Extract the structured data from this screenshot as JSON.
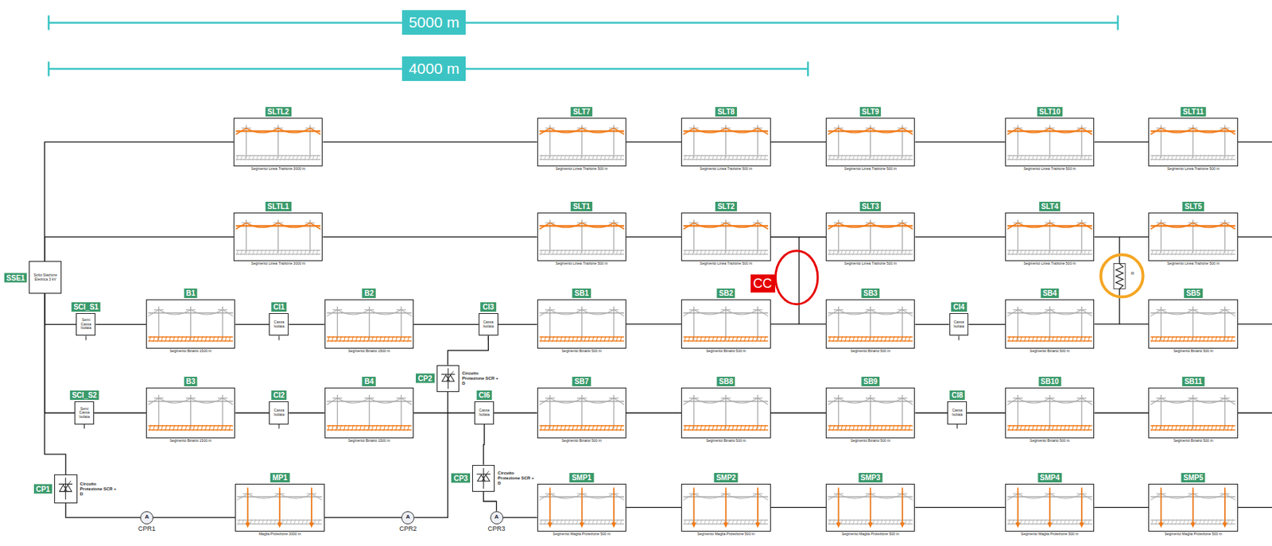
{
  "diagram": {
    "nodes": [
      {
        "text": [
          "SLTL2",
          "Segmento Linea Trazione 3000 m"
        ]
      },
      {
        "text": [
          "SLT7",
          "Segmento Linea Trazione 500 m"
        ]
      },
      {
        "text": [
          "SLT8",
          "Segmento Linea Trazione 500 m"
        ]
      },
      {
        "text": [
          "SLT9",
          "Segmento Linea Trazione 500 m"
        ]
      },
      {
        "text": [
          "SLT10",
          "Segmento Linea Trazione 500 m"
        ]
      },
      {
        "text": [
          "SLT11",
          "Segmento Linea Trazione 500 m"
        ]
      },
      {
        "text": [
          "SLTL1",
          "Segmento Linea Trazione 3000 m"
        ]
      },
      {
        "text": [
          "SLT1",
          "Segmento Linea Trazione 500 m"
        ]
      },
      {
        "text": [
          "SLT2",
          "Segmento Linea Trazione 500 m"
        ]
      },
      {
        "text": [
          "SLT3",
          "Segmento Linea Trazione 500 m"
        ]
      },
      {
        "text": [
          "SLT4",
          "Segmento Linea Trazione 500 m"
        ]
      },
      {
        "text": [
          "SLT5",
          "Segmento Linea Trazione 500 m"
        ]
      },
      {
        "text": [
          "SSE1",
          "Sotto Stazione Elettrica 3 kV"
        ]
      },
      {
        "text": [
          "SCI_S1",
          "Semi Cassa Isolata"
        ]
      },
      {
        "text": [
          "B1",
          "Segmento Binario 1500 m"
        ]
      },
      {
        "text": [
          "CI1",
          "Cassa Isolata"
        ]
      },
      {
        "text": [
          "B2",
          "Segmento Binario 1500 m"
        ]
      },
      {
        "text": [
          "CI3",
          "Cassa Isolata"
        ]
      },
      {
        "text": [
          "SB1",
          "Segmento Binario 500 m"
        ]
      },
      {
        "text": [
          "SB2",
          "Segmento Binario 500 m"
        ]
      },
      {
        "text": [
          "SB3",
          "Segmento Binario 500 m"
        ]
      },
      {
        "text": [
          "CI4",
          "Cassa Isolata"
        ]
      },
      {
        "text": [
          "SB4",
          "Segmento Binario 500 m"
        ]
      },
      {
        "text": [
          "SB5",
          "Segmento Binario 500 m"
        ]
      },
      {
        "text": [
          "CP2",
          "Circuito Protezione SCR + D"
        ]
      },
      {
        "text": [
          "SCI_S2",
          "Semi Cassa Isolata"
        ]
      },
      {
        "text": [
          "B3",
          "Segmento Binario 1500 m"
        ]
      },
      {
        "text": [
          "CI2",
          "Cassa Isolata"
        ]
      },
      {
        "text": [
          "B4",
          "Segmento Binario 1500 m"
        ]
      },
      {
        "text": [
          "CI6",
          "Cassa Isolata"
        ]
      },
      {
        "text": [
          "SB7",
          "Segmento Binario 500 m"
        ]
      },
      {
        "text": [
          "SB8",
          "Segmento Binario 500 m"
        ]
      },
      {
        "text": [
          "SB9",
          "Segmento Binario 500 m"
        ]
      },
      {
        "text": [
          "CI8",
          "Cassa Isolata"
        ]
      },
      {
        "text": [
          "SB10",
          "Segmento Binario 500 m"
        ]
      },
      {
        "text": [
          "SB11",
          "Segmento Binario 500 m"
        ]
      },
      {
        "text": [
          "CP1",
          "Circuito Protezione SCR + D"
        ]
      },
      {
        "text": [
          "CP3",
          "Circuito Protezione SCR + D"
        ]
      },
      {
        "text": [
          "MP1",
          "Maglia Protezione 3000 m"
        ]
      },
      {
        "text": [
          "SMP1",
          "Segmento Maglia Protezione 500 m"
        ]
      },
      {
        "text": [
          "SMP2",
          "Segmento Maglia Protezione 500 m"
        ]
      },
      {
        "text": [
          "SMP3",
          "Segmento Maglia Protezione 500 m"
        ]
      },
      {
        "text": [
          "SMP4",
          "Segmento Maglia Protezione 500 m"
        ]
      },
      {
        "text": [
          "SMP5",
          "Segmento Maglia Protezione 500 m"
        ]
      },
      {
        "text": [
          "A",
          "CPR1"
        ]
      },
      {
        "text": [
          "A",
          "CPR2"
        ]
      },
      {
        "text": [
          "A",
          "CPR3"
        ]
      }
    ],
    "edges": [
      {
        "from": 0,
        "to": 1,
        "arrow": "none"
      },
      {
        "from": 1,
        "to": 2,
        "arrow": "none"
      },
      {
        "from": 2,
        "to": 3,
        "arrow": "none"
      },
      {
        "from": 3,
        "to": 4,
        "arrow": "none"
      },
      {
        "from": 4,
        "to": 5,
        "arrow": "none"
      },
      {
        "from": 6,
        "to": 7,
        "arrow": "none"
      },
      {
        "from": 7,
        "to": 8,
        "arrow": "none"
      },
      {
        "from": 8,
        "to": 9,
        "arrow": "none"
      },
      {
        "from": 9,
        "to": 10,
        "arrow": "none"
      },
      {
        "from": 10,
        "to": 11,
        "arrow": "none"
      },
      {
        "from": 12,
        "to": 0,
        "arrow": "none"
      },
      {
        "from": 12,
        "to": 6,
        "arrow": "none"
      },
      {
        "from": 12,
        "to": 13,
        "arrow": "none"
      },
      {
        "from": 12,
        "to": 25,
        "arrow": "none"
      },
      {
        "from": 12,
        "to": 36,
        "arrow": "none"
      },
      {
        "from": 13,
        "to": 14,
        "arrow": "none"
      },
      {
        "from": 14,
        "to": 15,
        "arrow": "none"
      },
      {
        "from": 15,
        "to": 16,
        "arrow": "none"
      },
      {
        "from": 16,
        "to": 17,
        "arrow": "none"
      },
      {
        "from": 17,
        "to": 18,
        "arrow": "none"
      },
      {
        "from": 18,
        "to": 19,
        "arrow": "none"
      },
      {
        "from": 19,
        "to": 20,
        "arrow": "none"
      },
      {
        "from": 20,
        "to": 21,
        "arrow": "none"
      },
      {
        "from": 21,
        "to": 22,
        "arrow": "none"
      },
      {
        "from": 22,
        "to": 23,
        "arrow": "none"
      },
      {
        "from": 25,
        "to": 26,
        "arrow": "none"
      },
      {
        "from": 26,
        "to": 27,
        "arrow": "none"
      },
      {
        "from": 27,
        "to": 28,
        "arrow": "none"
      },
      {
        "from": 28,
        "to": 29,
        "arrow": "none"
      },
      {
        "from": 29,
        "to": 30,
        "arrow": "none"
      },
      {
        "from": 30,
        "to": 31,
        "arrow": "none"
      },
      {
        "from": 31,
        "to": 32,
        "arrow": "none"
      },
      {
        "from": 32,
        "to": 33,
        "arrow": "none"
      },
      {
        "from": 33,
        "to": 34,
        "arrow": "none"
      },
      {
        "from": 34,
        "to": 35,
        "arrow": "none"
      },
      {
        "from": 36,
        "to": 44,
        "arrow": "none"
      },
      {
        "from": 44,
        "to": 38,
        "arrow": "none"
      },
      {
        "from": 38,
        "to": 45,
        "arrow": "none"
      },
      {
        "from": 45,
        "to": 24,
        "arrow": "none"
      },
      {
        "from": 24,
        "to": 17,
        "arrow": "none"
      },
      {
        "from": 37,
        "to": 29,
        "arrow": "none"
      },
      {
        "from": 37,
        "to": 46,
        "arrow": "none"
      },
      {
        "from": 46,
        "to": 39,
        "arrow": "none"
      },
      {
        "from": 39,
        "to": 40,
        "arrow": "none"
      },
      {
        "from": 40,
        "to": 41,
        "arrow": "none"
      },
      {
        "from": 41,
        "to": 42,
        "arrow": "none"
      },
      {
        "from": 42,
        "to": 43,
        "arrow": "none"
      }
    ],
    "labels": [
      "5000 m",
      "4000 m",
      "CC",
      "R"
    ]
  }
}
